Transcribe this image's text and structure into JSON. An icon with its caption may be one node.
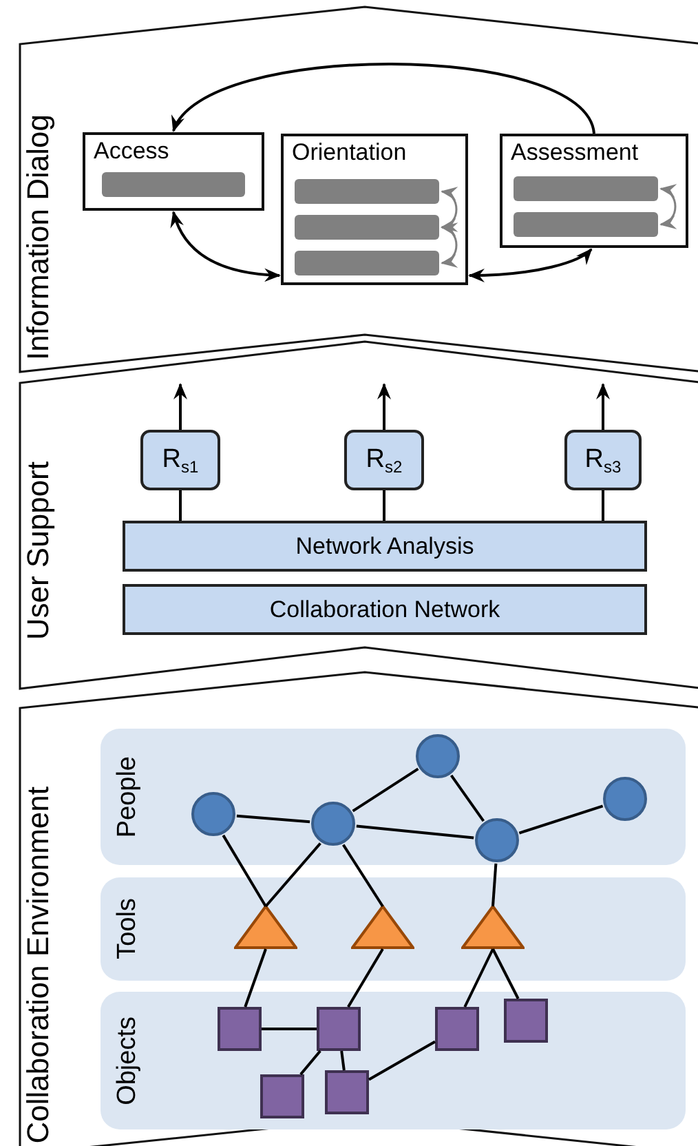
{
  "diagram": {
    "nodes": [
      {
        "text": [
          "Information Dialog"
        ]
      },
      {
        "text": [
          "Access"
        ],
        "in": 0
      },
      {
        "text": [],
        "shape": "bar",
        "in": 1
      },
      {
        "text": [
          "Orientation"
        ],
        "in": 0
      },
      {
        "text": [],
        "shape": "bar",
        "in": 3
      },
      {
        "text": [],
        "shape": "bar",
        "in": 3
      },
      {
        "text": [],
        "shape": "bar",
        "in": 3
      },
      {
        "text": [
          "Assessment"
        ],
        "in": 0
      },
      {
        "text": [],
        "shape": "bar",
        "in": 7
      },
      {
        "text": [],
        "shape": "bar",
        "in": 7
      },
      {
        "text": [
          "User Support"
        ]
      },
      {
        "text": [
          "R$_{s1}$"
        ],
        "in": 10
      },
      {
        "text": [
          "R$_{s2}$"
        ],
        "in": 10
      },
      {
        "text": [
          "R$_{s3}$"
        ],
        "in": 10
      },
      {
        "text": [
          "Network Analysis"
        ],
        "in": 10
      },
      {
        "text": [
          "Collaboration Network"
        ],
        "in": 10
      },
      {
        "text": [
          "Collaboration Environment"
        ]
      },
      {
        "text": [
          "People"
        ],
        "in": 16
      },
      {
        "text": [
          "Tools"
        ],
        "in": 16
      },
      {
        "text": [
          "Objects"
        ],
        "in": 16
      },
      {
        "text": [],
        "shape": "circle",
        "in": 17
      },
      {
        "text": [],
        "shape": "circle",
        "in": 17
      },
      {
        "text": [],
        "shape": "circle",
        "in": 17
      },
      {
        "text": [],
        "shape": "circle",
        "in": 17
      },
      {
        "text": [],
        "shape": "circle",
        "in": 17
      },
      {
        "text": [],
        "shape": "triangle",
        "in": 18
      },
      {
        "text": [],
        "shape": "triangle",
        "in": 18
      },
      {
        "text": [],
        "shape": "triangle",
        "in": 18
      },
      {
        "text": [],
        "shape": "square",
        "in": 19
      },
      {
        "text": [],
        "shape": "square",
        "in": 19
      },
      {
        "text": [],
        "shape": "square",
        "in": 19
      },
      {
        "text": [],
        "shape": "square",
        "in": 19
      },
      {
        "text": [],
        "shape": "square",
        "in": 19
      },
      {
        "text": [],
        "shape": "square",
        "in": 19
      }
    ],
    "edges": [
      {
        "from": 7,
        "to": 1,
        "arrow": "to"
      },
      {
        "from": 1,
        "to": 3,
        "arrow": "both"
      },
      {
        "from": 3,
        "to": 7,
        "arrow": "both"
      },
      {
        "from": 4,
        "to": 5,
        "arrow": "both",
        "color": "#808080"
      },
      {
        "from": 5,
        "to": 6,
        "arrow": "both",
        "color": "#808080"
      },
      {
        "from": 8,
        "to": 9,
        "arrow": "both",
        "color": "#808080"
      },
      {
        "from": 11,
        "to": null,
        "arrow": "to"
      },
      {
        "from": 12,
        "to": null,
        "arrow": "to"
      },
      {
        "from": 13,
        "to": null,
        "arrow": "to"
      },
      {
        "from": 14,
        "to": 11,
        "arrow": "none"
      },
      {
        "from": 14,
        "to": 12,
        "arrow": "none"
      },
      {
        "from": 14,
        "to": 13,
        "arrow": "none"
      },
      {
        "from": 20,
        "to": 21,
        "arrow": "none"
      },
      {
        "from": 21,
        "to": 22,
        "arrow": "none"
      },
      {
        "from": 21,
        "to": 23,
        "arrow": "none"
      },
      {
        "from": 22,
        "to": 23,
        "arrow": "none"
      },
      {
        "from": 23,
        "to": 24,
        "arrow": "none"
      },
      {
        "from": 20,
        "to": 25,
        "arrow": "none"
      },
      {
        "from": 21,
        "to": 25,
        "arrow": "none"
      },
      {
        "from": 21,
        "to": 26,
        "arrow": "none"
      },
      {
        "from": 23,
        "to": 27,
        "arrow": "none"
      },
      {
        "from": 25,
        "to": 28,
        "arrow": "none"
      },
      {
        "from": 26,
        "to": 30,
        "arrow": "none"
      },
      {
        "from": 27,
        "to": 32,
        "arrow": "none"
      },
      {
        "from": 27,
        "to": 33,
        "arrow": "none"
      },
      {
        "from": 28,
        "to": 30,
        "arrow": "none"
      },
      {
        "from": 30,
        "to": 29,
        "arrow": "none"
      },
      {
        "from": 30,
        "to": 31,
        "arrow": "none"
      },
      {
        "from": 31,
        "to": 32,
        "arrow": "none"
      }
    ]
  }
}
